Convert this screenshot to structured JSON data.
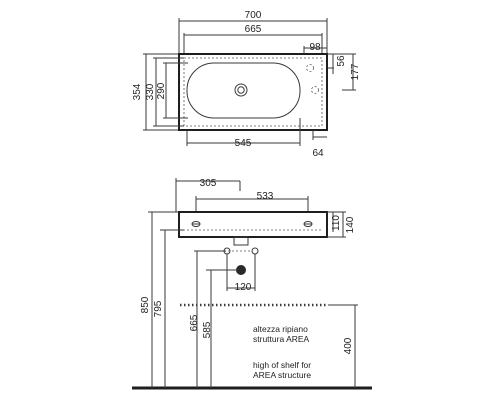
{
  "top_view": {
    "dims": {
      "overall_width": "700",
      "inner_width": "665",
      "right_offset": "98",
      "depth": "354",
      "inner_depth_a": "330",
      "inner_depth_b": "290",
      "bowl_length": "545",
      "tap_right": "64",
      "tap_depth_a": "56",
      "tap_depth_b": "177"
    }
  },
  "side_view": {
    "dims": {
      "left_offset": "305",
      "tap_span": "533",
      "thickness_a": "110",
      "thickness_b": "140",
      "fixing_spacing": "120",
      "height_850": "850",
      "height_795": "795",
      "height_665": "665",
      "height_585": "585",
      "shelf_height": "400"
    },
    "notes": {
      "it_line1": "altezza ripiano",
      "it_line2": "struttura AREA",
      "en_line1": "high of shelf for",
      "en_line2": "AREA structure"
    }
  },
  "colors": {
    "line": "#3a3a3a",
    "drain": "#2a2a2a"
  }
}
